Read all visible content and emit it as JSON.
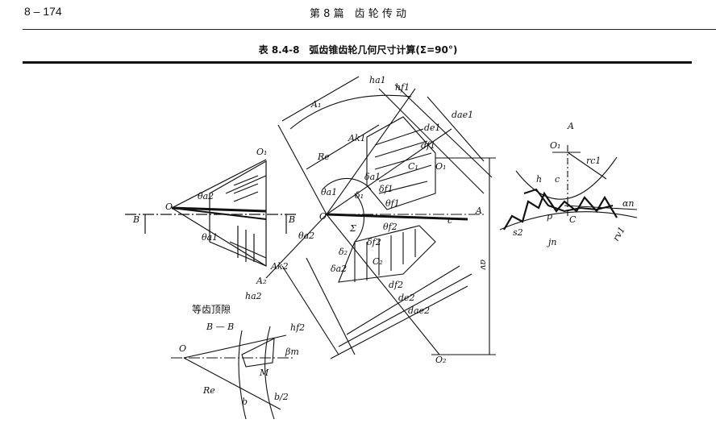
{
  "header": {
    "page_number": "8 – 174",
    "chapter": "第 8 篇　齿 轮 传 动"
  },
  "table_title": "表 8.4-8　弧齿锥齿轮几何尺寸计算(Σ=90°)",
  "section_view": {
    "O": "O",
    "O1": "O₁",
    "B_left": "B",
    "B_right": "B",
    "theta_a2": "θa2",
    "theta_a1": "θa1"
  },
  "main_view": {
    "A1": "A₁",
    "Ak1": "Ak1",
    "Re": "Re",
    "ha1": "ha1",
    "hf1": "hf1",
    "de1": "de1",
    "df1": "df1",
    "dae1": "dae1",
    "O1": "O₁",
    "C1": "C₁",
    "theta_a1": "θa1",
    "delta_a1": "δa1",
    "delta_1": "δ₁",
    "delta_f1": "δf1",
    "theta_f1": "θf1",
    "O": "O",
    "Sigma": "Σ",
    "A_arrow": "A",
    "c": "c",
    "theta_f2": "θf2",
    "theta_a2": "θa2",
    "delta_2": "δ₂",
    "delta_f2": "δf2",
    "delta_a2": "δa2",
    "C2": "C₂",
    "Ak2": "Ak2",
    "A2": "A₂",
    "ha2": "ha2",
    "hf2": "hf2",
    "df2": "df2",
    "de2": "de2",
    "dae2": "dae2",
    "O2": "O₂",
    "av": "av"
  },
  "bb_view": {
    "caption": "等齿顶隙",
    "section": "B — B",
    "O": "O",
    "beta_m": "βm",
    "M": "M",
    "Re": "Re",
    "b": "b",
    "b_half": "b/2"
  },
  "detail_A": {
    "title": "A",
    "O1": "O₁",
    "rc1": "rc1",
    "h": "h",
    "c": "c",
    "alpha_n": "αn",
    "p": "p",
    "C": "C",
    "s2": "s2",
    "jn": "jn",
    "rv1": "rv1"
  }
}
